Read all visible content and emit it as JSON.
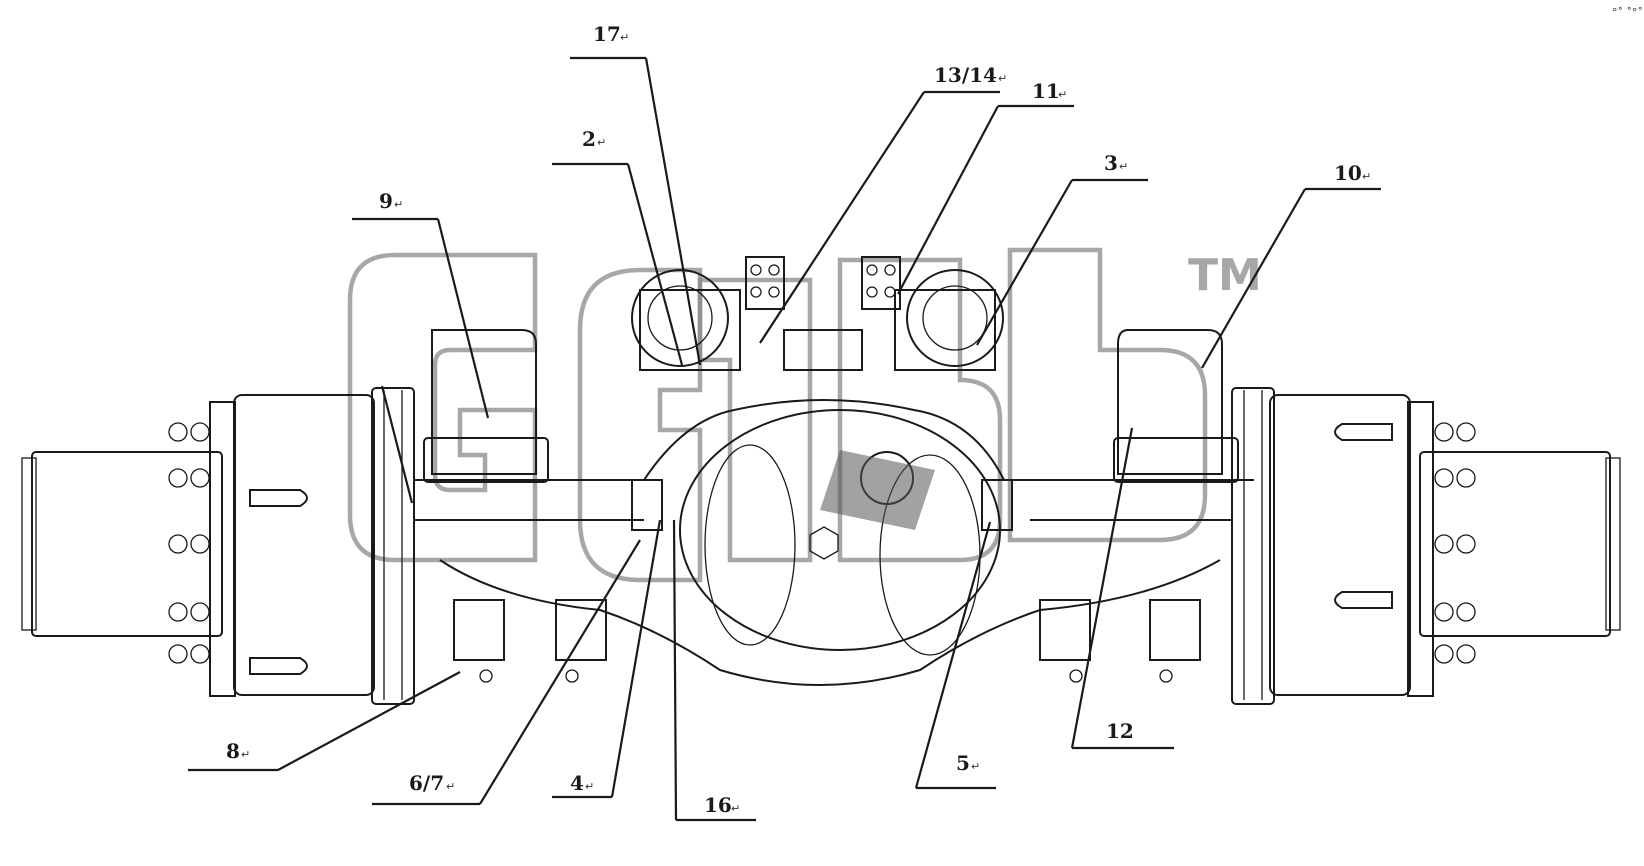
{
  "diagram": {
    "watermark_mark": "TM",
    "corner_mark": "°˚ ˚°˚",
    "labels": [
      {
        "id": "17",
        "text": "17"
      },
      {
        "id": "13_14",
        "text": "13/14"
      },
      {
        "id": "11",
        "text": "11"
      },
      {
        "id": "2",
        "text": "2"
      },
      {
        "id": "3",
        "text": "3"
      },
      {
        "id": "10",
        "text": "10"
      },
      {
        "id": "9",
        "text": "9"
      },
      {
        "id": "8",
        "text": "8"
      },
      {
        "id": "6_7",
        "text": "6/7"
      },
      {
        "id": "4",
        "text": "4"
      },
      {
        "id": "16",
        "text": "16"
      },
      {
        "id": "5",
        "text": "5"
      },
      {
        "id": "12",
        "text": "12"
      }
    ],
    "return_mark": "↵"
  }
}
